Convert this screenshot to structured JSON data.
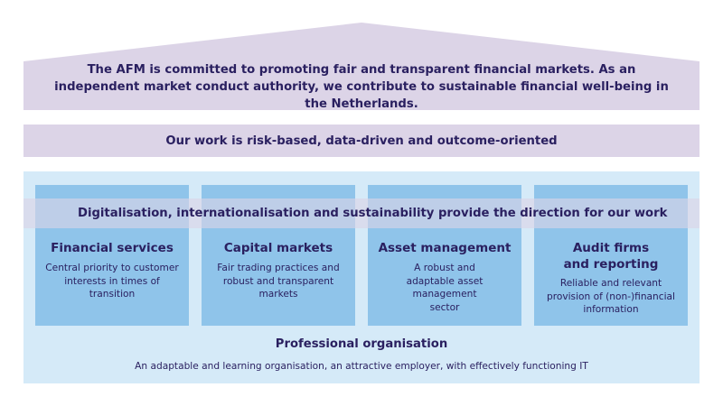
{
  "mission": "The AFM is committed to promoting fair and transparent financial markets. As an independent market conduct authority, we contribute to sustainable financial well-being in the Netherlands.",
  "approach": "Our work is risk-based, data-driven and outcome-oriented",
  "direction": "Digitalisation, internationalisation and sustainability provide the direction for our work",
  "pillars": [
    {
      "title": "Financial services",
      "description": "Central priority to customer interests in times of transition"
    },
    {
      "title": "Capital markets",
      "description": "Fair trading practices and robust and transparent markets"
    },
    {
      "title": "Asset management",
      "description": "A robust and adaptable asset management sector"
    },
    {
      "title": "Audit firms and reporting",
      "description": "Reliable and relevant provision of (non-)financial information"
    }
  ],
  "foundation": {
    "title": "Professional organisation",
    "description": "An adaptable and learning organisation, an attractive employer, with effectively functioning IT"
  },
  "colors": {
    "lavender": "#dcd4e7",
    "light_blue": "#d5eaf8",
    "pillar_blue": "#8fc4ea",
    "text_navy": "#2a2060"
  }
}
